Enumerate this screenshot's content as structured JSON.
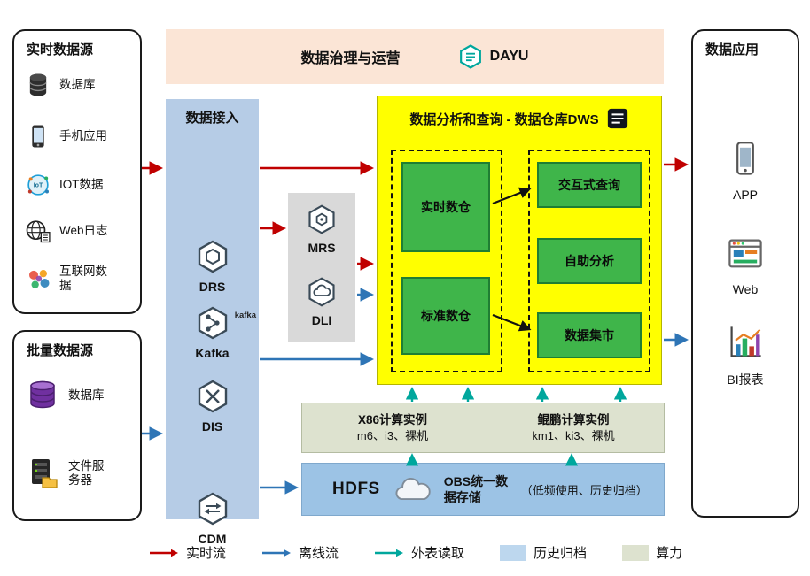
{
  "palette": {
    "realtime_arrow": "#c00000",
    "offline_arrow": "#2e75b6",
    "external_read_arrow": "#00a79d",
    "governance_bg": "#fbe5d6",
    "access_bg": "#b6cce6",
    "engine_bg": "#d9d9d9",
    "dws_bg": "#ffff00",
    "warehouse_green": "#3fb54a",
    "compute_bg": "#dde2cf",
    "storage_bg": "#9cc3e5"
  },
  "realtime": {
    "title": "实时数据源",
    "items": [
      {
        "label": "数据库",
        "icon": "database-icon"
      },
      {
        "label": "手机应用",
        "icon": "phone-icon"
      },
      {
        "label": "IOT数据",
        "icon": "iot-icon"
      },
      {
        "label": "Web日志",
        "icon": "web-log-icon"
      },
      {
        "label": "互联网数据",
        "icon": "internet-data-icon"
      }
    ]
  },
  "batch": {
    "title": "批量数据源",
    "items": [
      {
        "label": "数据库",
        "icon": "database-stack-icon"
      },
      {
        "label": "文件服务器",
        "icon": "file-server-icon"
      }
    ]
  },
  "governance": {
    "title": "数据治理与运营",
    "logo_text": "DAYU"
  },
  "access": {
    "title": "数据接入",
    "items": [
      {
        "label": "DRS"
      },
      {
        "label": "Kafka",
        "logo": "kafka"
      },
      {
        "label": "DIS"
      },
      {
        "label": "CDM"
      }
    ]
  },
  "engines": {
    "items": [
      {
        "label": "MRS"
      },
      {
        "label": "DLI"
      }
    ]
  },
  "dws": {
    "title": "数据分析和查询 - 数据仓库DWS",
    "left_boxes": [
      "实时数仓",
      "标准数仓"
    ],
    "right_boxes": [
      "交互式查询",
      "自助分析",
      "数据集市"
    ]
  },
  "compute": {
    "groups": [
      {
        "title": "X86计算实例",
        "sub": "m6、i3、裸机"
      },
      {
        "title": "鲲鹏计算实例",
        "sub": "km1、ki3、裸机"
      }
    ]
  },
  "storage": {
    "hdfs": "HDFS",
    "obs_title": "OBS统一数据存储",
    "obs_note": "（低频使用、历史归档）"
  },
  "apps": {
    "title": "数据应用",
    "items": [
      {
        "label": "APP",
        "icon": "app-phone-icon"
      },
      {
        "label": "Web",
        "icon": "web-browser-icon"
      },
      {
        "label": "BI报表",
        "icon": "bi-chart-icon"
      }
    ]
  },
  "legend": {
    "items": [
      {
        "label": "实时流",
        "type": "arrow",
        "color": "#c00000"
      },
      {
        "label": "离线流",
        "type": "arrow",
        "color": "#2e75b6"
      },
      {
        "label": "外表读取",
        "type": "arrow",
        "color": "#00a79d"
      },
      {
        "label": "历史归档",
        "type": "swatch",
        "color": "#bdd7ee"
      },
      {
        "label": "算力",
        "type": "swatch",
        "color": "#dde2cf"
      }
    ]
  }
}
